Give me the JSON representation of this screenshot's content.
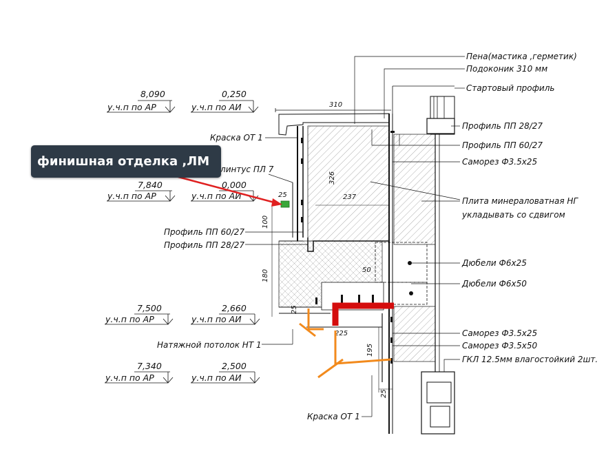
{
  "tooltip": {
    "text": "финишная отделка ,ЛМ"
  },
  "levels": [
    {
      "value": "8,090",
      "label": "у.ч.п по АР"
    },
    {
      "value": "0,250",
      "label": "у.ч.п по АИ"
    },
    {
      "value": "7,840",
      "label": "у.ч.п по АР"
    },
    {
      "value": "0,000",
      "label": "у.ч.п по АИ"
    },
    {
      "value": "7,500",
      "label": "у.ч.п по АР"
    },
    {
      "value": "2,660",
      "label": "у.ч.п по АИ"
    },
    {
      "value": "7,340",
      "label": "у.ч.п по АР"
    },
    {
      "value": "2,500",
      "label": "у.ч.п по АИ"
    }
  ],
  "callouts_left": {
    "kraska_top": "Краска ОТ 1",
    "plintus": "Плинтус ПЛ 7",
    "profil_60": "Профиль ПП 60/27",
    "profil_28": "Профиль ПП 28/27",
    "potolok": "Натяжной потолок НТ 1",
    "kraska_bottom": "Краска ОТ 1"
  },
  "callouts_right": {
    "pena": "Пена(мастика ,герметик)",
    "podokonnik": "Подоконик 310 мм",
    "startovy": "Стартовый профиль",
    "pp28": "Профиль ПП 28/27",
    "pp60": "Профиль ПП 60/27",
    "samorez1": "Саморез Ф3.5х25",
    "plita1": "Плита минераловатная НГ",
    "plita2": "укладывать со сдвигом",
    "dubeli1": "Дюбели Ф6х25",
    "dubeli2": "Дюбели Ф6х50",
    "samorez2": "Саморез Ф3.5х25",
    "samorez3": "Саморез Ф3.5х50",
    "gkl": "ГКЛ 12.5мм влагостойкий 2шт."
  },
  "dimensions": {
    "d310": "310",
    "d326": "326",
    "d237": "237",
    "d25a": "25",
    "d100": "100",
    "d180": "180",
    "d50": "50",
    "d25b": "25",
    "d225": "225",
    "d195": "195",
    "d25c": "25"
  },
  "colors": {
    "tooltip_bg": "#2e3a46",
    "red_pointer": "#e02020",
    "red_profile": "#d40d0d",
    "orange_markup": "#f28a1c",
    "green_marker": "#3aa83a"
  }
}
